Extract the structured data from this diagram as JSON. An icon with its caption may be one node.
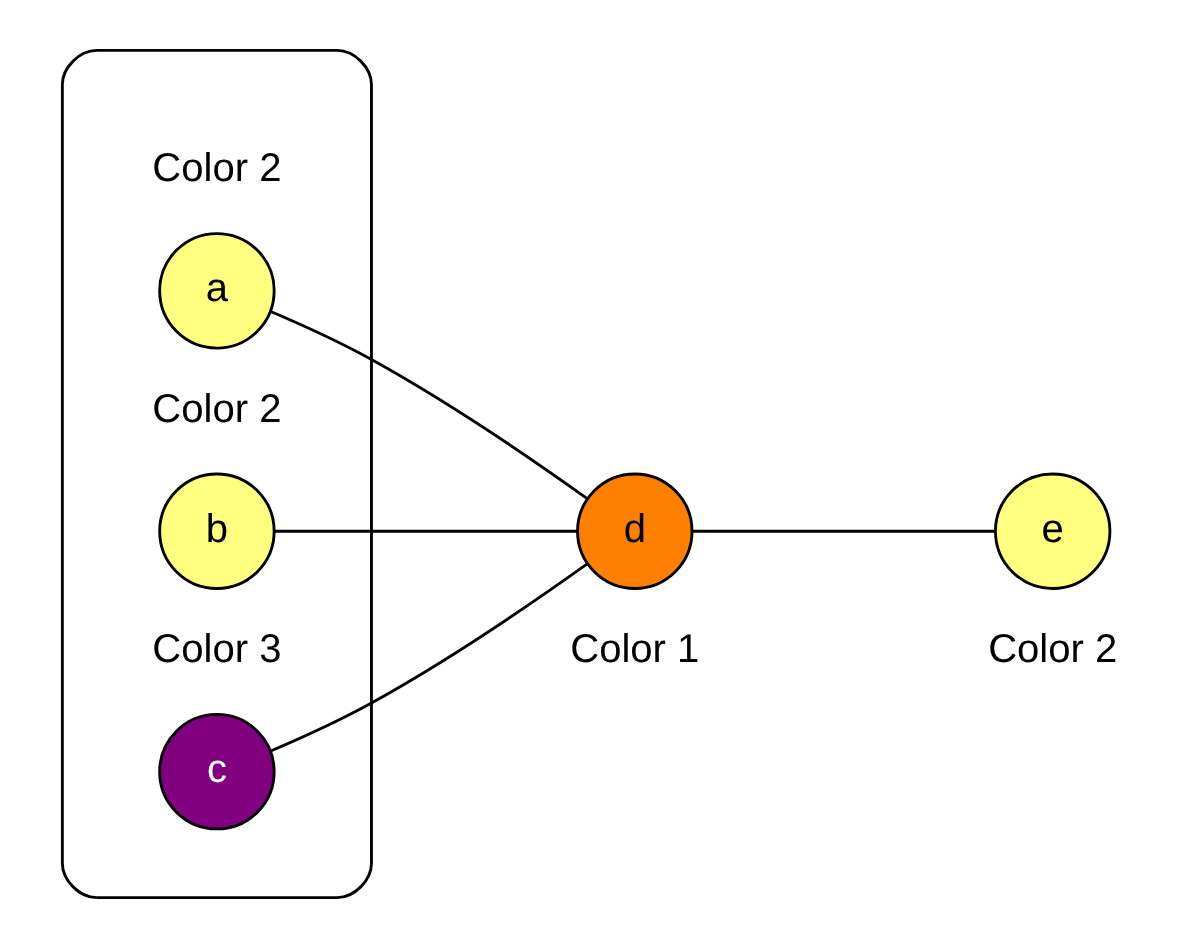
{
  "diagram": {
    "nodes": [
      {
        "text": [],
        "shape": "ellipse"
      },
      {
        "text": [
          "a"
        ],
        "in": 0,
        "beside": [
          "Color 2"
        ]
      },
      {
        "text": [
          "b"
        ],
        "in": 0,
        "beside": [
          "Color 2"
        ]
      },
      {
        "text": [
          "c"
        ],
        "in": 0,
        "beside": [
          "Color 3"
        ]
      },
      {
        "text": [
          "d"
        ],
        "beside": [
          "Color 1"
        ]
      },
      {
        "text": [
          "e"
        ],
        "beside": [
          "Color 2"
        ]
      }
    ],
    "edges": [
      {
        "from": 1,
        "to": 4,
        "arrow": "none"
      },
      {
        "from": 2,
        "to": 4,
        "arrow": "none"
      },
      {
        "from": 3,
        "to": 4,
        "arrow": "none"
      },
      {
        "from": 4,
        "to": 5,
        "arrow": "none"
      }
    ]
  }
}
